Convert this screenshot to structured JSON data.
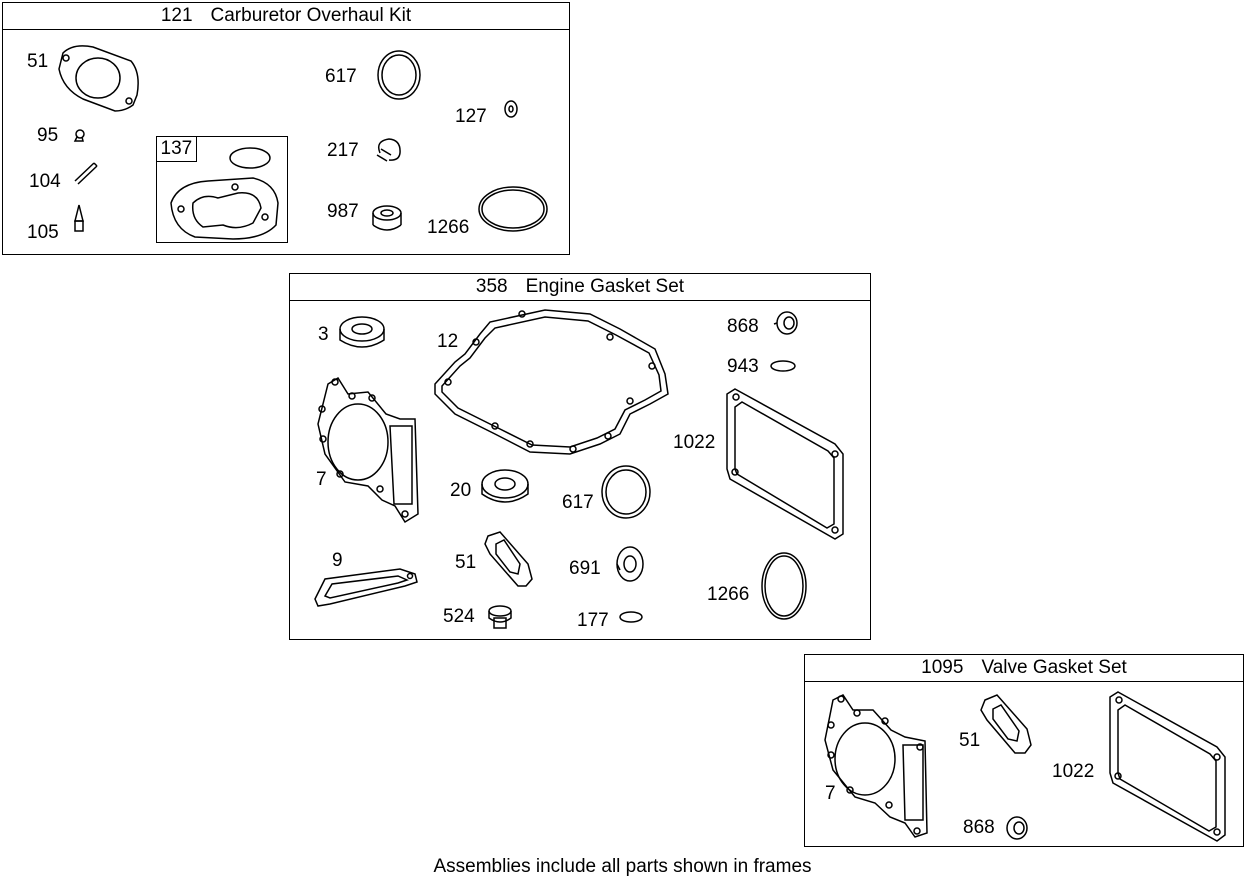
{
  "frames": {
    "carb": {
      "number": "121",
      "title": "Carburetor Overhaul Kit",
      "sub_number": "137",
      "parts": [
        "51",
        "95",
        "104",
        "105",
        "617",
        "217",
        "987",
        "127",
        "1266"
      ]
    },
    "engine": {
      "number": "358",
      "title": "Engine Gasket Set",
      "parts": [
        "3",
        "12",
        "868",
        "943",
        "7",
        "1022",
        "20",
        "617",
        "9",
        "51",
        "691",
        "1266",
        "524",
        "177"
      ]
    },
    "valve": {
      "number": "1095",
      "title": "Valve Gasket Set",
      "parts": [
        "51",
        "1022",
        "7",
        "868"
      ]
    }
  },
  "footer": "Assemblies include all parts shown in frames"
}
